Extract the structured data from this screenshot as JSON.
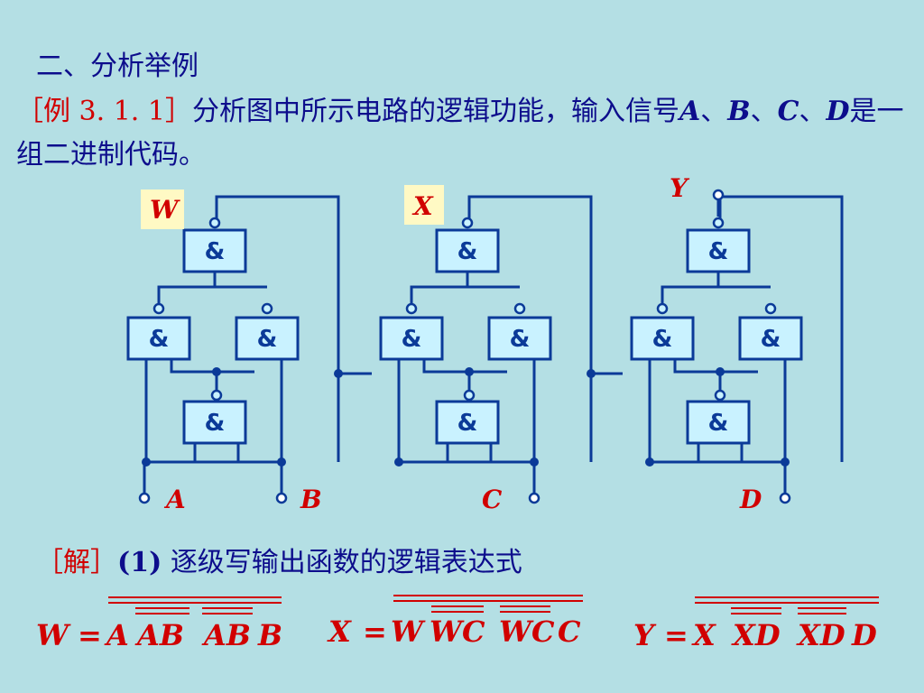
{
  "heading": "二、分析举例",
  "example": {
    "tag": "［例 3. 1. 1］",
    "text1": "分析图中所示电路的逻辑功能，输入信号",
    "v_a": "A",
    "sep1": "、",
    "v_b": "B",
    "sep2": "、",
    "v_c": "C",
    "sep3": "、",
    "v_d": "D",
    "text2": "是一组二进制代码。"
  },
  "circuit": {
    "gate_symbol": "&",
    "outputs": {
      "w": "W",
      "x": "X",
      "y": "Y"
    },
    "inputs": {
      "a": "A",
      "b": "B",
      "c": "C",
      "d": "D"
    }
  },
  "solution": {
    "tag": "［解］",
    "step": "(1)",
    "text": "逐级写输出函数的逻辑表达式"
  },
  "equations": {
    "w": {
      "lhs": "W",
      "eq": "=",
      "t1": "A",
      "t2": "AB",
      "t3": "AB",
      "t4": "B"
    },
    "x": {
      "lhs": "X",
      "eq": "=",
      "t1": "W",
      "t2": "WC",
      "t3": "WC",
      "t4": "C"
    },
    "y": {
      "lhs": "Y",
      "eq": "=",
      "t1": "X",
      "t2": "XD",
      "t3": "XD",
      "t4": "D"
    }
  },
  "colors": {
    "background": "#b4dfe4",
    "text": "#0d0d8c",
    "accent": "#d10000",
    "wire": "#0b3a98",
    "gate_fill": "#c9f2ff",
    "label_box": "#fff9c4"
  }
}
